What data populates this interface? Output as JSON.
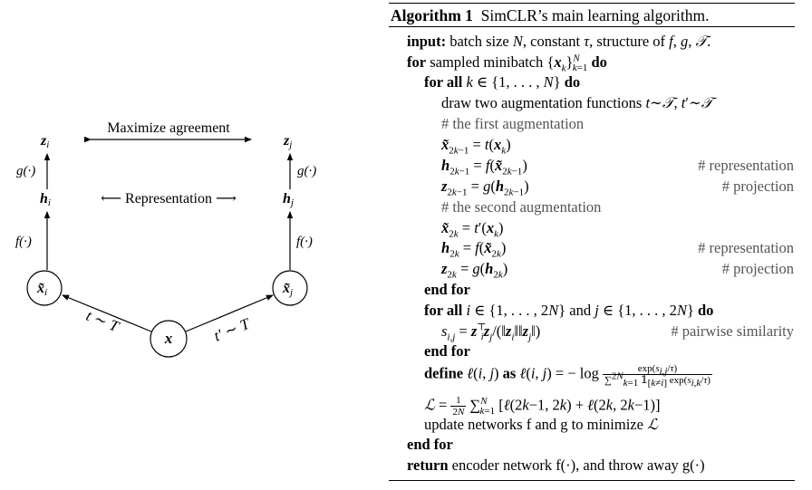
{
  "diagram": {
    "top_label": "Maximize agreement",
    "mid_label": "Representation",
    "z_i": "z",
    "z_j": "z",
    "h_i": "h",
    "h_j": "h",
    "g_left": "g(·)",
    "g_right": "g(·)",
    "f_left": "f(·)",
    "f_right": "f(·)",
    "x_tilde_i": "x̃",
    "x_tilde_j": "x̃",
    "x": "x",
    "t_left": "t ∼ T",
    "t_right": "t' ∼ T"
  },
  "algorithm": {
    "caption_label": "Algorithm 1",
    "caption_text": "SimCLR’s main learning algorithm.",
    "kw_input": "input:",
    "input_text": "batch size N, constant τ, structure of f, g, T.",
    "kw_for": "for",
    "kw_do": "do",
    "kw_forall": "for all",
    "kw_endfor": "end for",
    "kw_define": "define",
    "kw_as": "as",
    "kw_return": "return",
    "kw_and": "and",
    "loop1_text": "sampled minibatch",
    "draw_text": "draw two augmentation functions",
    "c_first": "# the first augmentation",
    "c_second": "# the second augmentation",
    "c_rep": "# representation",
    "c_proj": "# projection",
    "c_pair": "# pairwise similarity",
    "update_text": "update networks f and g to minimize",
    "return_text": "encoder network f(·), and throw away g(·)"
  }
}
